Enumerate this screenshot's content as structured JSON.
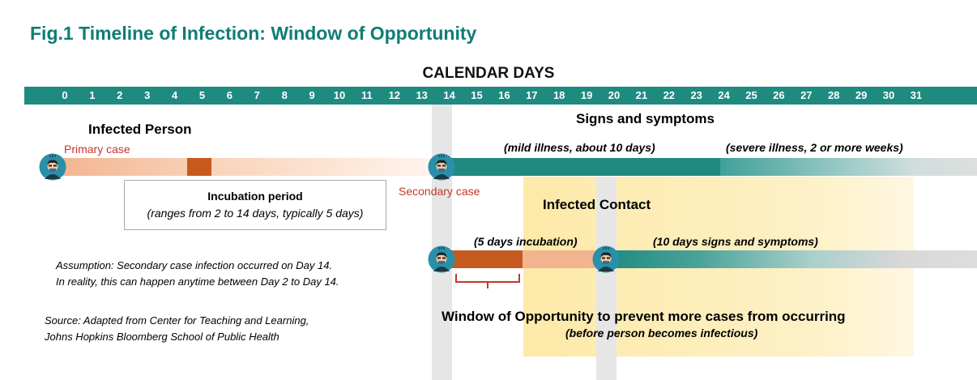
{
  "title": "Fig.1 Timeline of Infection: Window of Opportunity",
  "calendar_title": "CALENDAR DAYS",
  "days": [
    "0",
    "1",
    "2",
    "3",
    "4",
    "5",
    "6",
    "7",
    "8",
    "9",
    "10",
    "11",
    "12",
    "13",
    "14",
    "15",
    "16",
    "17",
    "18",
    "19",
    "20",
    "21",
    "22",
    "23",
    "24",
    "25",
    "26",
    "27",
    "28",
    "29",
    "30",
    "31"
  ],
  "infected_person": {
    "heading": "Infected Person",
    "primary_label": "Primary case",
    "secondary_label": "Secondary case"
  },
  "signs": {
    "heading": "Signs and symptoms",
    "mild": "(mild illness, about 10 days)",
    "severe": "(severe illness, 2 or more weeks)"
  },
  "incubation": {
    "heading": "Incubation period",
    "detail": "(ranges from 2 to 14 days, typically 5 days)"
  },
  "contact": {
    "heading": "Infected Contact",
    "incubation": "(5 days incubation)",
    "symptoms": "(10 days signs and symptoms)"
  },
  "assumption": {
    "line1": "Assumption: Secondary case infection occurred on Day 14.",
    "line2": "In reality, this can happen anytime between Day 2 to Day 14."
  },
  "source": {
    "line1": "Source: Adapted from Center for Teaching and Learning,",
    "line2": "Johns Hopkins Bloomberg School of Public Health"
  },
  "window": {
    "heading": "Window of Opportunity to prevent more cases from occurring",
    "sub": "(before person becomes infectious)"
  },
  "colors": {
    "teal": "#1f8a80",
    "title_teal": "#0f7d74",
    "dark_orange": "#c65a1e",
    "light_orange": "#f2b48e",
    "window_yellow": "#fde9a8",
    "red_text": "#c0392b"
  }
}
